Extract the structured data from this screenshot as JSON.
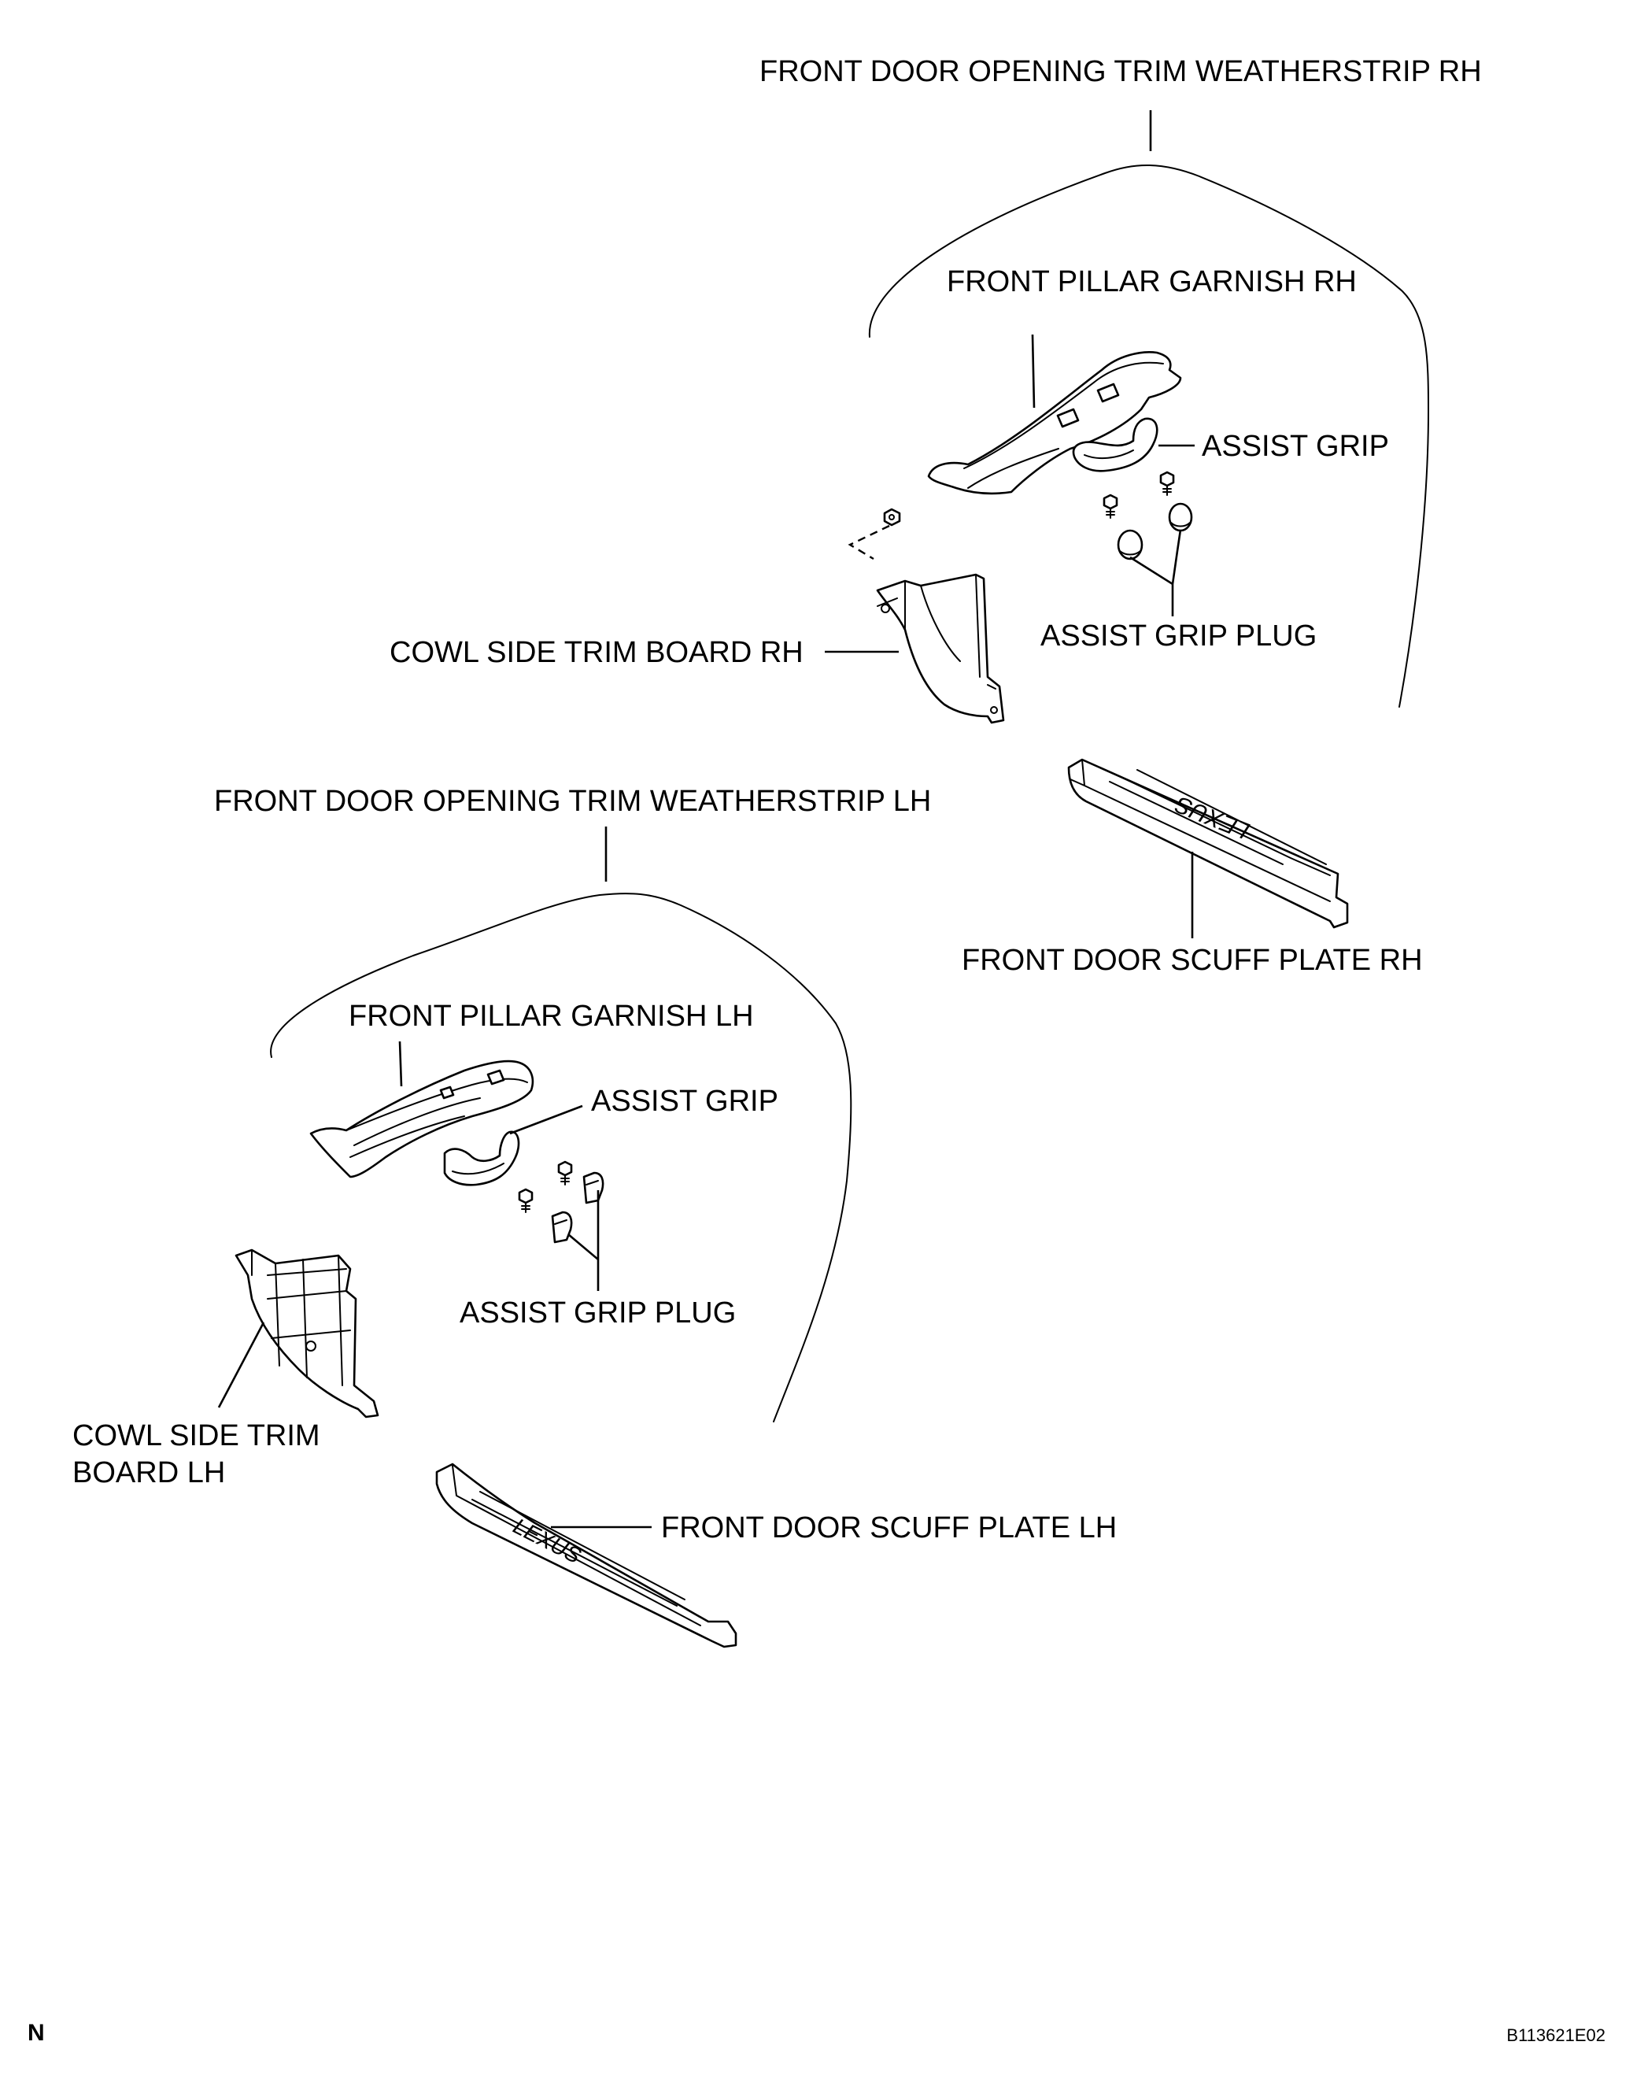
{
  "labels": {
    "weatherstrip_rh": "FRONT DOOR OPENING TRIM WEATHERSTRIP RH",
    "pillar_garnish_rh": "FRONT PILLAR GARNISH RH",
    "assist_grip_rh": "ASSIST GRIP",
    "assist_grip_plug_rh": "ASSIST GRIP PLUG",
    "cowl_side_rh": "COWL SIDE TRIM BOARD RH",
    "weatherstrip_lh": "FRONT DOOR OPENING TRIM WEATHERSTRIP LH",
    "scuff_plate_rh": "FRONT DOOR SCUFF PLATE RH",
    "pillar_garnish_lh": "FRONT PILLAR GARNISH LH",
    "assist_grip_lh": "ASSIST GRIP",
    "assist_grip_plug_lh": "ASSIST GRIP PLUG",
    "cowl_side_lh_line1": "COWL SIDE TRIM",
    "cowl_side_lh_line2": "BOARD LH",
    "scuff_plate_lh": "FRONT DOOR SCUFF PLATE LH"
  },
  "scuff_logo_rh": "LEXUS",
  "scuff_logo_lh": "LEXUS",
  "footer": {
    "north_marker": "N",
    "figure_code": "B113621E02"
  }
}
